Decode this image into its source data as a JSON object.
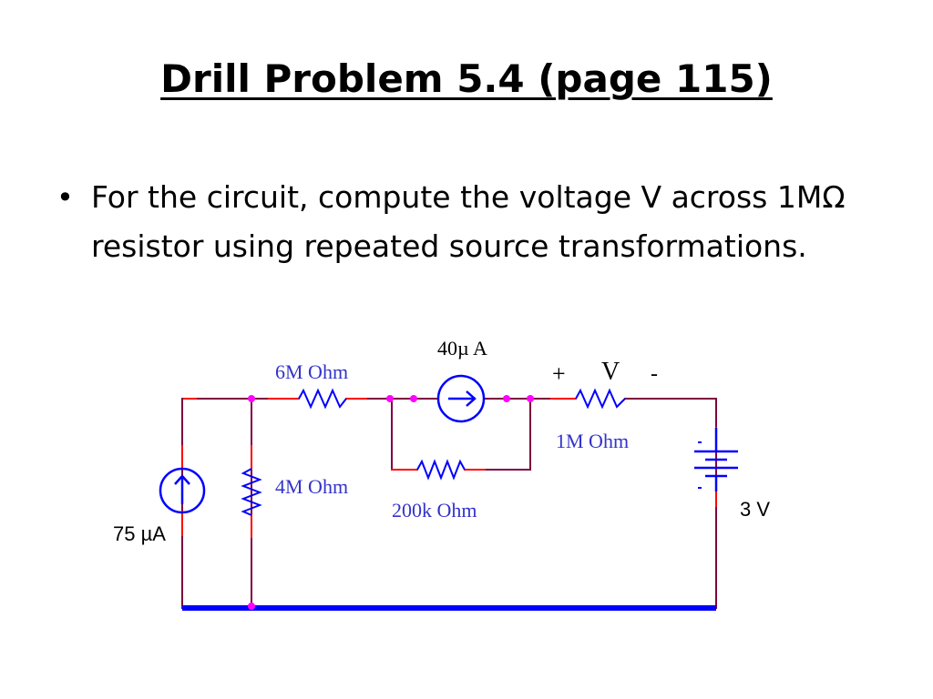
{
  "slide": {
    "title": "Drill Problem 5.4 (page 115)",
    "bullets": [
      {
        "glyph": "•",
        "text": "For the circuit, compute the voltage V across 1MΩ resistor using repeated source transformations."
      }
    ]
  },
  "circuit": {
    "labels": {
      "current_source_main": "75 µA",
      "current_source_top": "40µ A",
      "resistor_6m": "6M Ohm",
      "resistor_4m": "4M Ohm",
      "resistor_200k": "200k Ohm",
      "resistor_1m": "1M Ohm",
      "battery": "3 V",
      "voltage_plus": "+",
      "voltage_name": "V",
      "voltage_minus": "-"
    },
    "colors": {
      "wire": "#800040",
      "lead": "#ff0000",
      "ground_bus": "#0000ff",
      "component": "#0000ff",
      "node_dot": "#ff00ff"
    }
  }
}
